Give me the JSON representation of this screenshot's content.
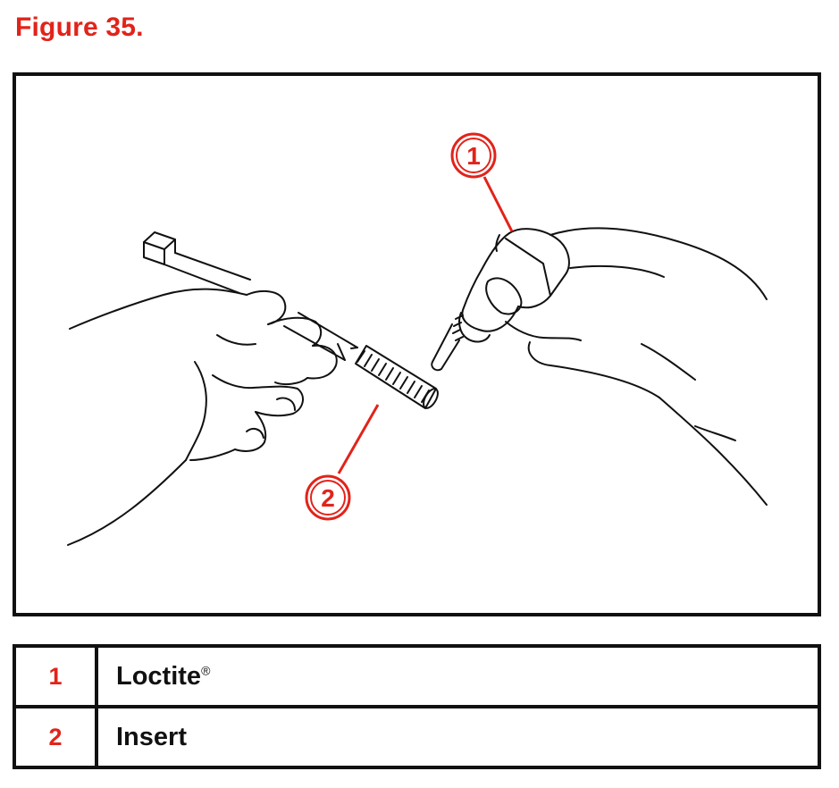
{
  "figure": {
    "title": "Figure 35.",
    "callouts": [
      {
        "number": "1"
      },
      {
        "number": "2"
      }
    ]
  },
  "legend": {
    "rows": [
      {
        "number": "1",
        "label": "Loctite",
        "mark": "®"
      },
      {
        "number": "2",
        "label": "Insert",
        "mark": ""
      }
    ]
  },
  "colors": {
    "accent": "#e2231a",
    "line": "#111111"
  }
}
